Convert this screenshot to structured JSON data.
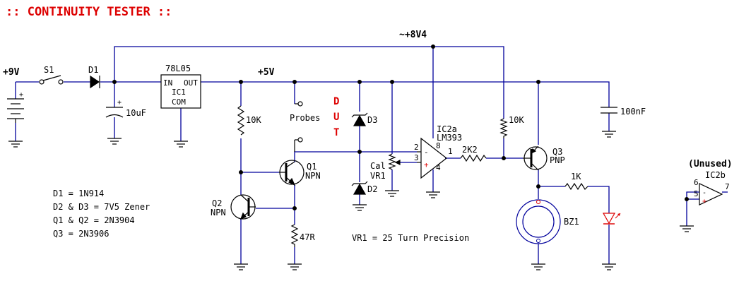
{
  "title": ":: CONTINUITY TESTER ::",
  "colors": {
    "wire": "#00009c",
    "title": "#dd0000",
    "component": "#000000"
  },
  "rails": {
    "supply_9v": "+9V",
    "rail_5v": "+5V",
    "rail_8v4": "~+8V4"
  },
  "components": {
    "s1": "S1",
    "d1": "D1",
    "c1": "10uF",
    "reg_part": "78L05",
    "reg_in": "IN",
    "reg_out": "OUT",
    "reg_name": "IC1",
    "reg_com": "COM",
    "r_10k_a": "10K",
    "r_10k_b": "10K",
    "probes": "Probes",
    "dut": [
      "D",
      "U",
      "T"
    ],
    "d3": "D3",
    "d2": "D2",
    "cal": "Cal",
    "vr1": "VR1",
    "ic2a": "IC2a",
    "lm393": "LM393",
    "pin8": "8",
    "pin2": "2",
    "pin3": "3",
    "pin4": "4",
    "pin1": "1",
    "r_2k2": "2K2",
    "q3": "Q3",
    "pnp": "PNP",
    "c_100nf": "100nF",
    "q1": "Q1",
    "q1_type": "NPN",
    "q2": "Q2",
    "q2_type": "NPN",
    "r_47r": "47R",
    "r_1k": "1K",
    "bz1": "BZ1",
    "unused": "(Unused)",
    "ic2b": "IC2b",
    "pin6": "6",
    "pin5": "5",
    "pin7": "7"
  },
  "notes": [
    "D1 = 1N914",
    "D2 & D3 = 7V5 Zener",
    "Q1 & Q2 = 2N3904",
    "Q3 = 2N3906"
  ],
  "vr1_note": "VR1 = 25 Turn Precision"
}
